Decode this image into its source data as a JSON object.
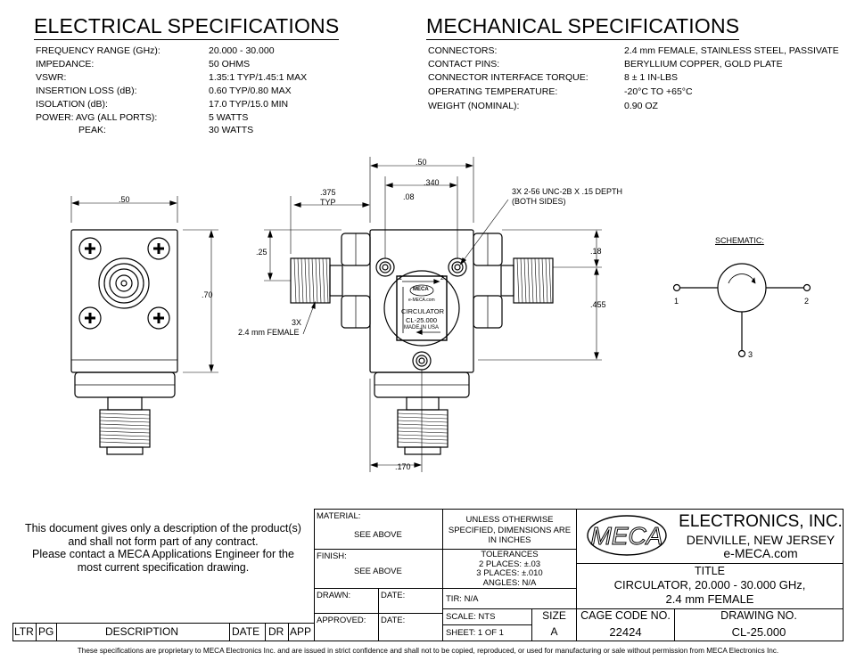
{
  "electrical": {
    "heading": "ELECTRICAL SPECIFICATIONS",
    "rows": [
      {
        "label": "FREQUENCY RANGE (GHz):",
        "value": "20.000 - 30.000"
      },
      {
        "label": "IMPEDANCE:",
        "value": "50 OHMS"
      },
      {
        "label": "VSWR:",
        "value": "1.35:1 TYP/1.45:1 MAX"
      },
      {
        "label": "INSERTION LOSS (dB):",
        "value": "0.60 TYP/0.80 MAX"
      },
      {
        "label": "ISOLATION (dB):",
        "value": "17.0 TYP/15.0 MIN"
      },
      {
        "label": "POWER:  AVG (ALL PORTS):",
        "value": "5 WATTS"
      },
      {
        "label": "PEAK:",
        "value": "30 WATTS"
      }
    ]
  },
  "mechanical": {
    "heading": "MECHANICAL SPECIFICATIONS",
    "rows": [
      {
        "label": "CONNECTORS:",
        "value": "2.4 mm FEMALE, STAINLESS STEEL, PASSIVATE"
      },
      {
        "label": "CONTACT PINS:",
        "value": "BERYLLIUM COPPER, GOLD PLATE"
      },
      {
        "label": "CONNECTOR INTERFACE TORQUE:",
        "value": "8 ± 1 IN-LBS"
      },
      {
        "label": "OPERATING TEMPERATURE:",
        "value": "-20°C TO +65°C"
      },
      {
        "label": "WEIGHT (NOMINAL):",
        "value": "0.90 OZ"
      }
    ]
  },
  "drawing": {
    "dim_50_left": ".50",
    "dim_70": ".70",
    "dim_50_top": ".50",
    "dim_340": ".340",
    "dim_375": ".375",
    "dim_typ": "TYP",
    "dim_08": ".08",
    "dim_25": ".25",
    "dim_18": ".18",
    "dim_455": ".455",
    "dim_170": ".170",
    "thread_note_1": "3X 2-56 UNC-2B X .15 DEPTH",
    "thread_note_2": "(BOTH SIDES)",
    "conn_note_1": "3X",
    "conn_note_2": "2.4 mm FEMALE",
    "label_port1": "1",
    "label_port2": "2",
    "label_port3": "3",
    "label_web": "e-MECA.com",
    "label_name": "CIRCULATOR",
    "label_model": "CL-25.000",
    "label_made": "MADE IN USA",
    "logo_text": "MECA"
  },
  "schematic": {
    "title": "SCHEMATIC:",
    "port1": "1",
    "port2": "2",
    "port3": "3"
  },
  "disclaimer": {
    "line1": "This document gives only a description of the product(s)",
    "line2": "and shall not form part of any contract.",
    "line3": "Please contact a MECA Applications Engineer for the",
    "line4": "most current specification drawing."
  },
  "titleblock": {
    "material_label": "MATERIAL:",
    "material_value": "SEE ABOVE",
    "finish_label": "FINISH:",
    "finish_value": "SEE ABOVE",
    "drawn_label": "DRAWN:",
    "date_label": "DATE:",
    "approved_label": "APPROVED:",
    "date_label2": "DATE:",
    "unless_1": "UNLESS OTHERWISE",
    "unless_2": "SPECIFIED, DIMENSIONS ARE",
    "unless_3": "IN INCHES",
    "tol_title": "TOLERANCES",
    "tol_2": "2 PLACES: ±.03",
    "tol_3": "3 PLACES: ±.010",
    "tol_ang": "ANGLES: N/A",
    "tir": "TIR: N/A",
    "scale": "SCALE: NTS",
    "sheet": "SHEET: 1 OF 1",
    "size_label": "SIZE",
    "size_value": "A",
    "logo": "MECA",
    "company": "ELECTRONICS, INC.",
    "city": "DENVILLE, NEW JERSEY",
    "web": "e-MECA.com",
    "title_label": "TITLE",
    "title_1": "CIRCULATOR, 20.000 - 30.000 GHz,",
    "title_2": "2.4 mm FEMALE",
    "cage_label": "CAGE CODE NO.",
    "cage_value": "22424",
    "dwg_label": "DRAWING NO.",
    "dwg_value": "CL-25.000",
    "rev_ltr": "LTR",
    "rev_pg": "PG",
    "rev_desc": "DESCRIPTION",
    "rev_date": "DATE",
    "rev_dr": "DR",
    "rev_app": "APP"
  },
  "footer": "These specifications are proprietary to MECA Electronics Inc. and are  issued in strict confidence and shall not to be copied, reproduced, or used for manufacturing or sale without permission from MECA Electronics Inc."
}
